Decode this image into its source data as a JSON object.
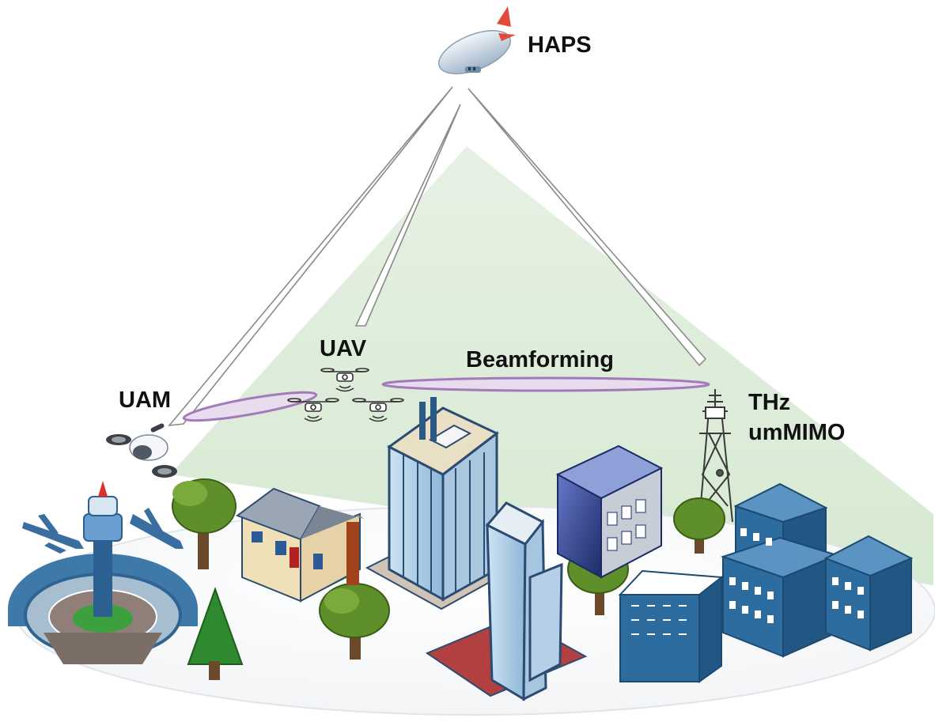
{
  "labels": {
    "haps": "HAPS",
    "uav": "UAV",
    "uam": "UAM",
    "beamforming": "Beamforming",
    "thz": "THz",
    "ummimo": "umMIMO"
  },
  "colors": {
    "coverage_cone": "#dfeedd",
    "ground_disc": "#ffffff",
    "beam_link": "#a27bb8",
    "blue_building": "#2c6c9e",
    "tree_green": "#5f8f2a",
    "airport": "#3f79aa"
  },
  "icons": [
    "haps-airship-icon",
    "uam-air-taxi-icon",
    "uav-drone-icon",
    "thz-tower-icon",
    "control-tower-icon",
    "airplane-icon",
    "tree-icon",
    "house-icon",
    "skyscraper-icon"
  ]
}
